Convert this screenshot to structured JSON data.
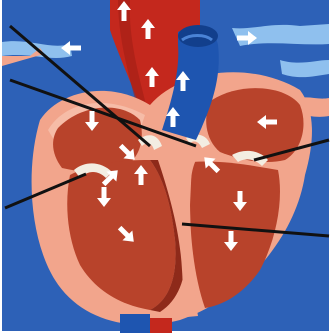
{
  "diagram": {
    "type": "heart-cross-section",
    "labels_visible": false,
    "colors": {
      "background": "#2d61b7",
      "outer_frame": "#ffffff",
      "pink_tissue": "#f2a58c",
      "pink_tissue_light": "#f6c2ae",
      "chamber_red": "#b8432b",
      "chamber_dark": "#8e2a1a",
      "aorta_red": "#c4281d",
      "vena_blue": "#1e55b0",
      "vessel_light_blue": "#8fc0ee",
      "valve_white": "#f3ede2",
      "arrow_white": "#ffffff",
      "pointer_black": "#111111"
    },
    "flow_arrows": [
      {
        "name": "vein-left",
        "direction": "left"
      },
      {
        "name": "aorta-arch-1",
        "direction": "up"
      },
      {
        "name": "aorta-arch-2",
        "direction": "up"
      },
      {
        "name": "aorta-arch-3",
        "direction": "up"
      },
      {
        "name": "vena-1",
        "direction": "up"
      },
      {
        "name": "vena-2",
        "direction": "up"
      },
      {
        "name": "vein-right",
        "direction": "right"
      },
      {
        "name": "left-atrium-1",
        "direction": "down"
      },
      {
        "name": "left-atrium-2",
        "direction": "down-right"
      },
      {
        "name": "right-atrium",
        "direction": "left"
      },
      {
        "name": "left-ventricle-1",
        "direction": "up"
      },
      {
        "name": "left-ventricle-2",
        "direction": "down"
      },
      {
        "name": "left-ventricle-3",
        "direction": "down-right"
      },
      {
        "name": "septum-arrow",
        "direction": "up-left"
      },
      {
        "name": "right-ventricle-1",
        "direction": "down"
      },
      {
        "name": "right-ventricle-2",
        "direction": "down"
      },
      {
        "name": "right-ventricle-3",
        "direction": "up-right"
      }
    ],
    "pointer_lines": [
      {
        "name": "pointer-line-1",
        "target": "aortic-valve"
      },
      {
        "name": "pointer-line-2",
        "target": "pulmonary-valve"
      },
      {
        "name": "pointer-line-3",
        "target": "mitral-valve"
      },
      {
        "name": "pointer-line-4",
        "target": "tricuspid-valve"
      },
      {
        "name": "pointer-line-5",
        "target": "septum"
      }
    ]
  }
}
